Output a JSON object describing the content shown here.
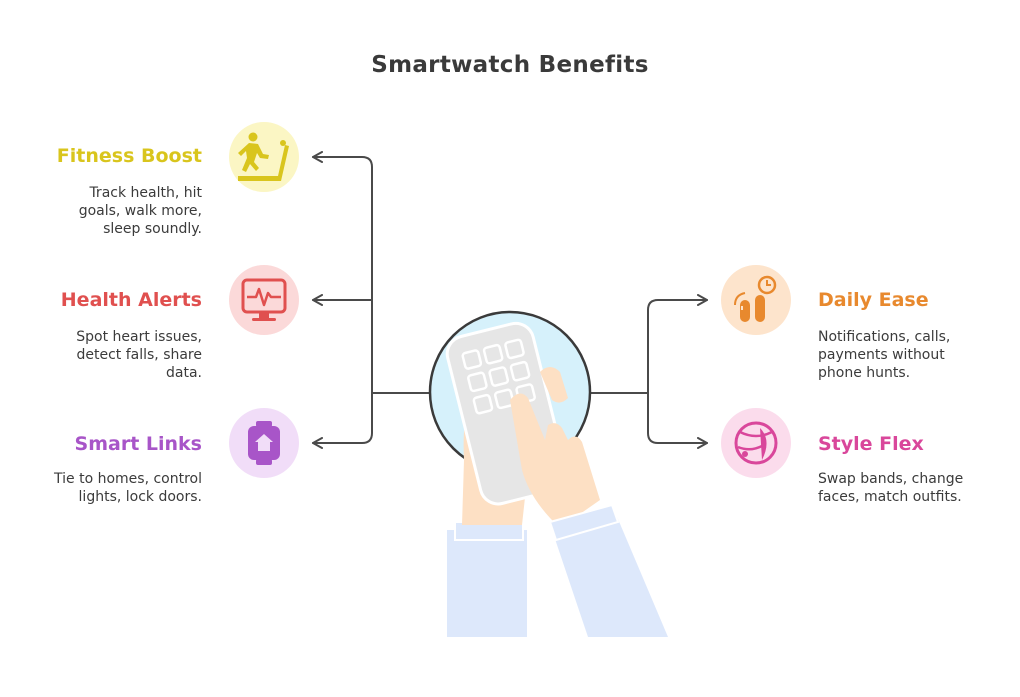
{
  "title": "Smartwatch Benefits",
  "benefits": [
    {
      "heading": "Fitness Boost",
      "description": "Track health, hit goals, walk more, sleep soundly.",
      "color": "#d9c51d",
      "bg": "#fbf6c4",
      "icon": "treadmill-icon"
    },
    {
      "heading": "Health Alerts",
      "description": "Spot heart issues, detect falls, share data.",
      "color": "#e0504f",
      "bg": "#fbd9d9",
      "icon": "heart-monitor-icon"
    },
    {
      "heading": "Smart Links",
      "description": "Tie to homes, control lights, lock doors.",
      "color": "#a855c8",
      "bg": "#f1ddf8",
      "icon": "smartwatch-home-icon"
    },
    {
      "heading": "Daily Ease",
      "description": "Notifications, calls, payments without phone hunts.",
      "color": "#e8892e",
      "bg": "#fde4cc",
      "icon": "touch-time-icon"
    },
    {
      "heading": "Style Flex",
      "description": "Swap bands, change faces, match outfits.",
      "color": "#d9479b",
      "bg": "#fbdcec",
      "icon": "style-globe-icon"
    }
  ],
  "colors": {
    "connector": "#4a4a4a",
    "center_circle": "#d6f1fb",
    "sleeve": "#dde8fb",
    "skin": "#fde0c4",
    "device": "#e6e6e6"
  }
}
